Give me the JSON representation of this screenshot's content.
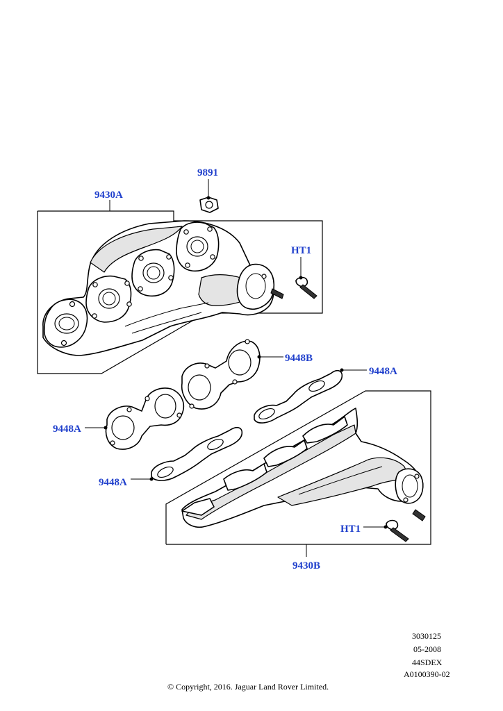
{
  "callouts": {
    "c9891": "9891",
    "c9430A": "9430A",
    "cHT1_top": "HT1",
    "c9448B": "9448B",
    "c9448A_right": "9448A",
    "c9448A_left": "9448A",
    "c9448A_lower": "9448A",
    "cHT1_bottom": "HT1",
    "c9430B": "9430B"
  },
  "meta": {
    "line1": "3030125",
    "line2": "05-2008",
    "line3": "44SDEX",
    "line4": "A0100390-02"
  },
  "copyright": "© Copyright, 2016. Jaguar Land Rover Limited.",
  "colors": {
    "callout": "#1f3fcc",
    "line": "#000000"
  }
}
